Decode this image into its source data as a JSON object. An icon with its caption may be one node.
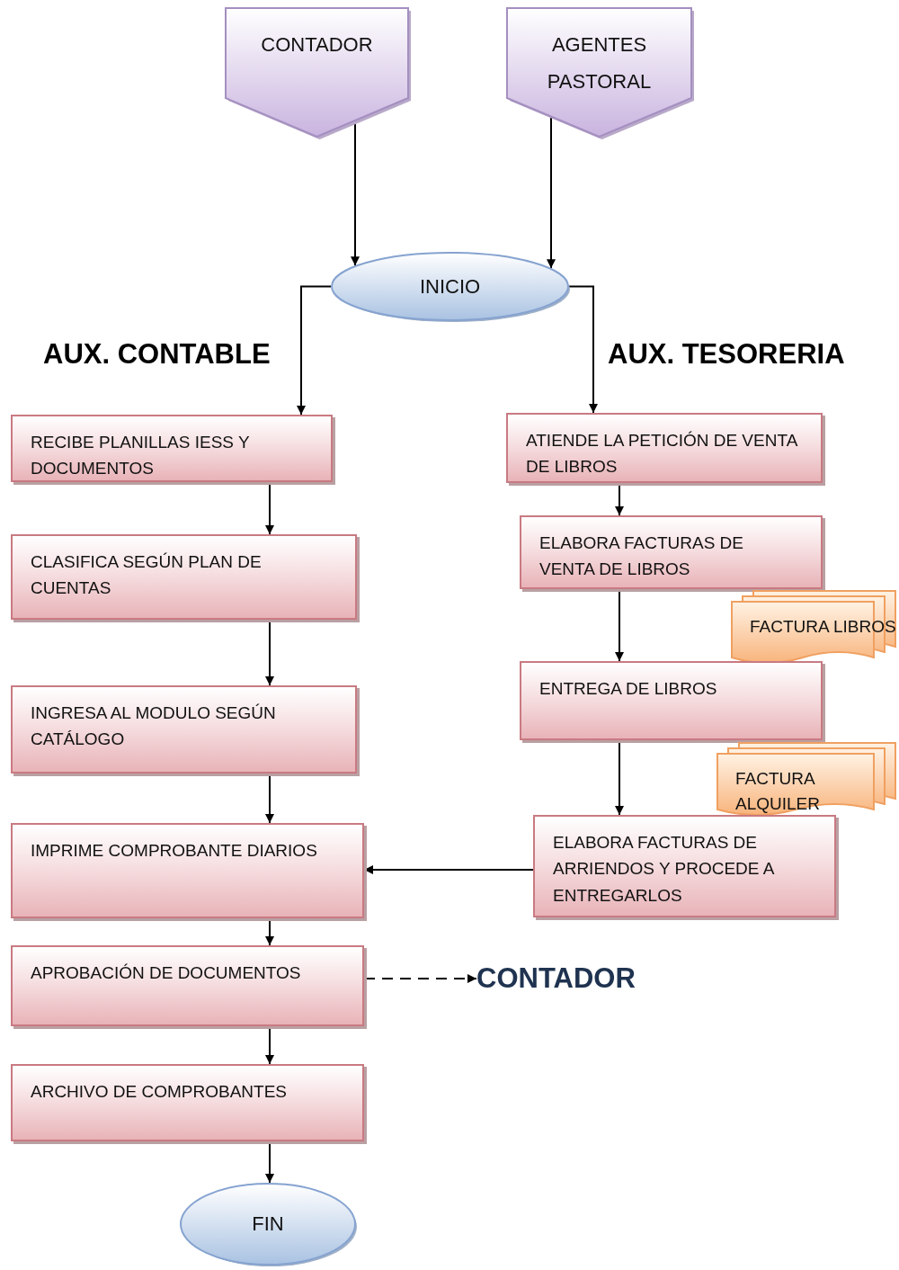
{
  "diagram": {
    "nodes": [
      {
        "text": [
          "CONTADOR"
        ]
      },
      {
        "text": [
          "AGENTES PASTORAL"
        ]
      },
      {
        "text": [
          "INICIO"
        ]
      },
      {
        "text": [
          "RECIBE PLANILLAS IESS Y DOCUMENTOS"
        ]
      },
      {
        "text": [
          "CLASIFICA SEGÚN PLAN DE CUENTAS"
        ]
      },
      {
        "text": [
          "INGRESA AL MODULO SEGÚN CATÁLOGO"
        ]
      },
      {
        "text": [
          "IMPRIME COMPROBANTE DIARIOS"
        ]
      },
      {
        "text": [
          "APROBACIÓN DE DOCUMENTOS"
        ]
      },
      {
        "text": [
          "ARCHIVO DE COMPROBANTES"
        ]
      },
      {
        "text": [
          "FIN"
        ]
      },
      {
        "text": [
          "ATIENDE LA PETICIÓN DE VENTA DE LIBROS"
        ]
      },
      {
        "text": [
          "ELABORA FACTURAS DE VENTA DE LIBROS"
        ]
      },
      {
        "text": [
          "FACTURA LIBROS"
        ]
      },
      {
        "text": [
          "ENTREGA DE LIBROS"
        ]
      },
      {
        "text": [
          "FACTURA ALQUILER"
        ]
      },
      {
        "text": [
          "ELABORA FACTURAS DE ARRIENDOS Y PROCEDE A ENTREGARLOS"
        ]
      },
      {
        "text": [
          "CONTADOR"
        ]
      }
    ],
    "edges": [
      {
        "from": 0,
        "to": 2,
        "arrow": "to"
      },
      {
        "from": 1,
        "to": 2,
        "arrow": "to"
      },
      {
        "from": 2,
        "to": 3,
        "arrow": "to"
      },
      {
        "from": 2,
        "to": 10,
        "arrow": "to"
      },
      {
        "from": 3,
        "to": 4,
        "arrow": "to"
      },
      {
        "from": 4,
        "to": 5,
        "arrow": "to"
      },
      {
        "from": 5,
        "to": 6,
        "arrow": "to"
      },
      {
        "from": 6,
        "to": 7,
        "arrow": "to"
      },
      {
        "from": 7,
        "to": 8,
        "arrow": "to"
      },
      {
        "from": 8,
        "to": 9,
        "arrow": "to"
      },
      {
        "from": 10,
        "to": 11,
        "arrow": "to"
      },
      {
        "from": 11,
        "to": 13,
        "arrow": "to"
      },
      {
        "from": 13,
        "to": 15,
        "arrow": "to"
      },
      {
        "from": 15,
        "to": 6,
        "arrow": "to"
      },
      {
        "from": 7,
        "to": 16,
        "arrow": "to",
        "style": "dashed"
      }
    ],
    "labels": [
      "AUX. CONTABLE",
      "AUX. TESORERIA"
    ]
  }
}
